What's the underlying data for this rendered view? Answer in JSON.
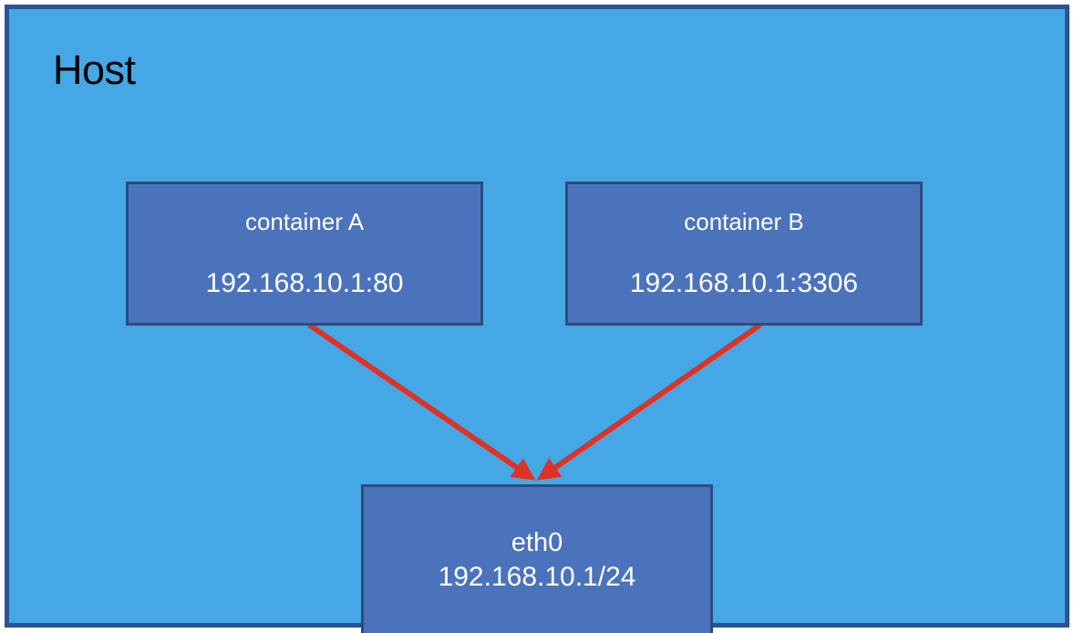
{
  "diagram": {
    "type": "network-topology",
    "title": "Host",
    "colors": {
      "host_fill": "#45A8E5",
      "host_border": "#2E5395",
      "node_fill": "#4B73BC",
      "node_border": "#2E4B7D",
      "arrow": "#DD3326",
      "node_text": "#FFFFFF",
      "title_text": "#000000"
    },
    "nodes": [
      {
        "id": "container-a",
        "title": "container A",
        "address": "192.168.10.1:80"
      },
      {
        "id": "container-b",
        "title": "container B",
        "address": "192.168.10.1:3306"
      },
      {
        "id": "eth0",
        "title": "eth0",
        "address": "192.168.10.1/24"
      }
    ],
    "edges": [
      {
        "from": "container-a",
        "to": "eth0",
        "style": "arrow",
        "color": "#DD3326"
      },
      {
        "from": "container-b",
        "to": "eth0",
        "style": "arrow",
        "color": "#DD3326"
      }
    ]
  }
}
